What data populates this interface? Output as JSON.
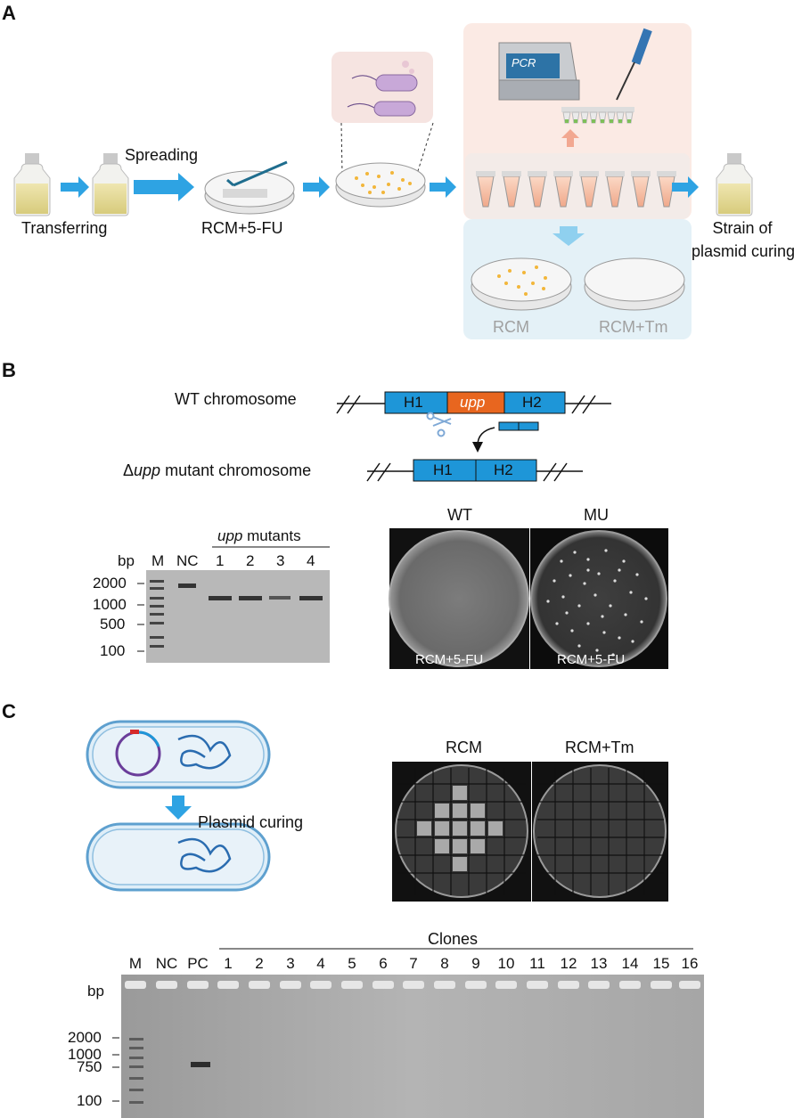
{
  "panelA": {
    "letter": "A",
    "steps": {
      "transferring": "Transferring",
      "spreading": "Spreading",
      "plate": "RCM+5-FU",
      "result": "Strain of plasmid curing",
      "result_line1": "Strain of",
      "result_line2": "plasmid curing"
    },
    "pcr_label": "PCR",
    "plate_labels": [
      "RCM",
      "RCM+Tm"
    ]
  },
  "panelB": {
    "letter": "B",
    "wt_label": "WT chromosome",
    "mut_prefix": "Δ",
    "mut_italic": "upp",
    "mut_suffix": " mutant chromosome",
    "segments": {
      "h1": "H1",
      "upp": "upp",
      "h2": "H2"
    },
    "gel": {
      "bp": "bp",
      "group_italic": "upp",
      "group_suffix": " mutants",
      "lanes": [
        "M",
        "NC",
        "1",
        "2",
        "3",
        "4"
      ],
      "ladder": [
        "2000",
        "1000",
        "500",
        "100"
      ]
    },
    "plates": [
      {
        "title": "WT",
        "medium": "RCM+5-FU"
      },
      {
        "title": "MU",
        "medium": "RCM+5-FU"
      }
    ]
  },
  "panelC": {
    "letter": "C",
    "arrow_label": "Plasmid curing",
    "plates": [
      "RCM",
      "RCM+Tm"
    ],
    "gel": {
      "group": "Clones",
      "bp": "bp",
      "lanes": [
        "M",
        "NC",
        "PC",
        "1",
        "2",
        "3",
        "4",
        "5",
        "6",
        "7",
        "8",
        "9",
        "10",
        "11",
        "12",
        "13",
        "14",
        "15",
        "16"
      ],
      "ladder": [
        "2000",
        "1000",
        "750",
        "100"
      ]
    }
  },
  "colors": {
    "arrow_blue": "#2ea3e3",
    "segment_blue": "#1e96d8",
    "segment_orange": "#e8661f",
    "pcr_bg": "#fbeae4",
    "plate_bg": "#e4f1f7",
    "colony_yellow": "#f2b63a"
  }
}
